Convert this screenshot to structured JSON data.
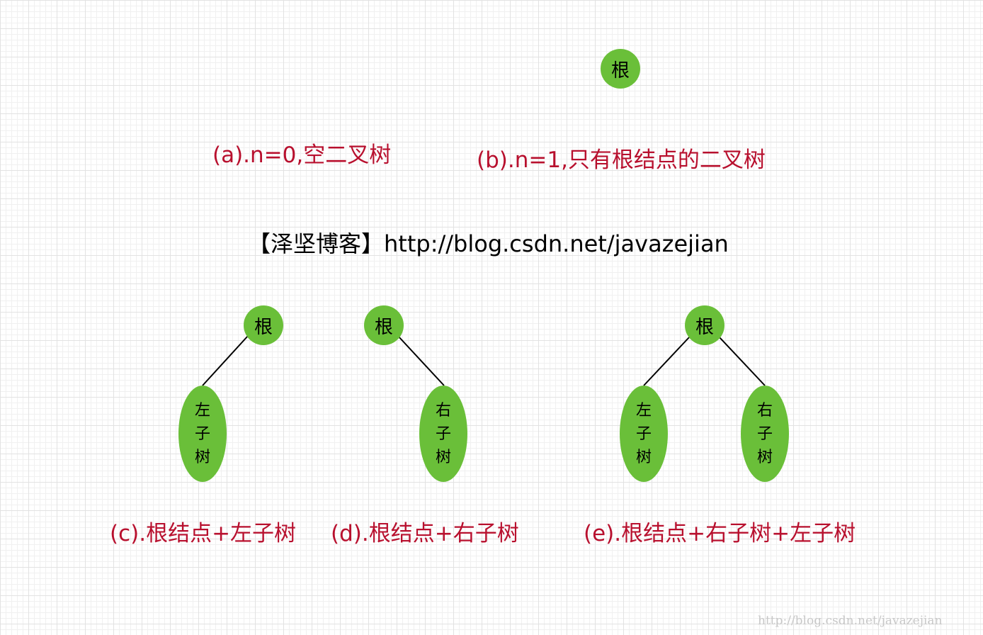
{
  "diagram": {
    "nodes": {
      "b_root": "根",
      "c_root": "根",
      "c_left": "左子树",
      "d_root": "根",
      "d_right": "右子树",
      "e_root": "根",
      "e_left": "左子树",
      "e_right": "右子树"
    },
    "captions": {
      "a": "(a).n=0,空二叉树",
      "b": "(b).n=1,只有根结点的二叉树",
      "c": "(c).根结点+左子树",
      "d": "(d).根结点+右子树",
      "e": "(e).根结点+右子树+左子树"
    },
    "blog": "【泽坚博客】http://blog.csdn.net/javazejian",
    "watermark": "http://blog.csdn.net/javazejian"
  },
  "colors": {
    "node_fill": "#6abf39",
    "caption": "#b8102e",
    "edge": "#000000"
  }
}
